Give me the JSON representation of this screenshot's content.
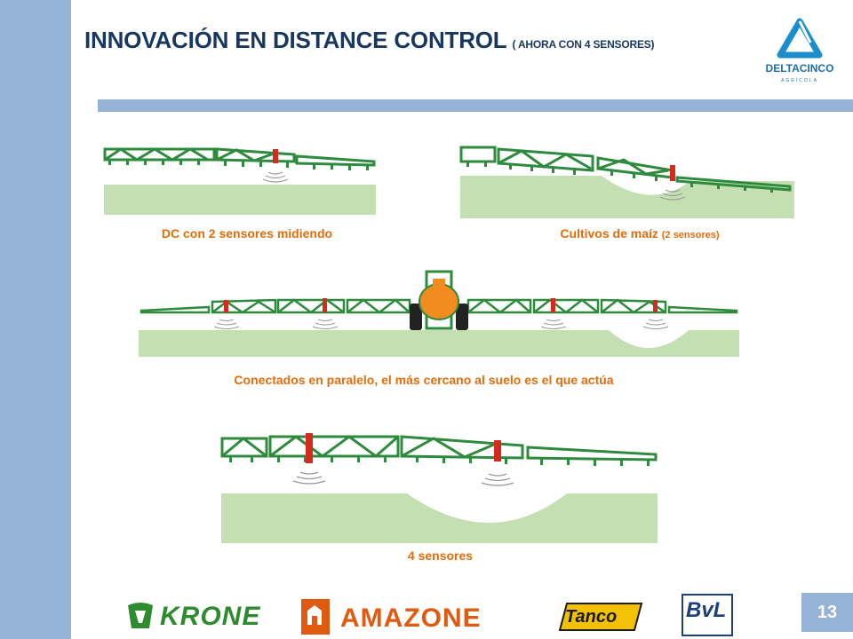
{
  "header": {
    "title": "INNOVACIÓN EN DISTANCE CONTROL",
    "subtitle": "( AHORA CON 4 SENSORES)"
  },
  "logo": {
    "name": "DELTACINCO",
    "tagline": "AGRÍCOLA"
  },
  "captions": {
    "fig1": "DC con 2 sensores midiendo",
    "fig2_main": "Cultivos de maíz",
    "fig2_small": "(2 sensores)",
    "fig3": "Conectados en paralelo, el más cercano al suelo es el que actúa",
    "fig4": "4 sensores"
  },
  "brands": {
    "krone": "KRONE",
    "amazone": "AMAZONE",
    "tanco": "Tanco",
    "bvl": "BvL"
  },
  "page_number": "13",
  "colors": {
    "accent_bar": "#95b3d7",
    "title": "#17375e",
    "caption": "#e46c0a",
    "boom_green": "#2e8b3e",
    "sensor_red": "#d42b1e",
    "ground": "#c4e0b2",
    "tank_orange": "#f28c1e"
  }
}
